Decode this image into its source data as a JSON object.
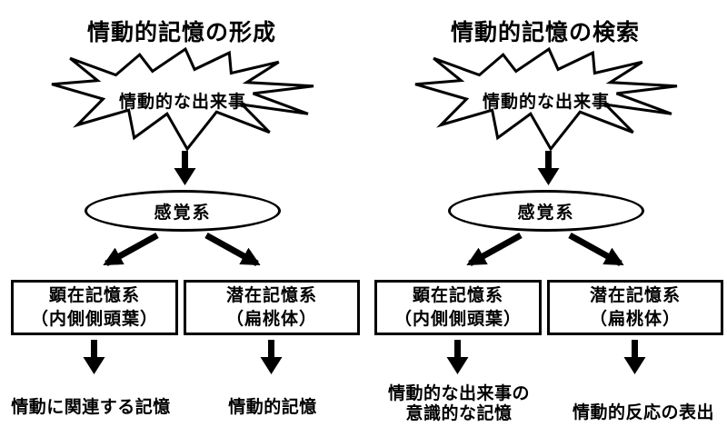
{
  "diagram": {
    "background": "#ffffff",
    "ink": "#000000",
    "columns": [
      {
        "title": "情動的記憶の形成",
        "burst_label": "情動的な出来事",
        "ellipse_label": "感覚系",
        "boxes": [
          {
            "line1": "顕在記憶系",
            "line2": "（内側側頭葉）"
          },
          {
            "line1": "潜在記憶系",
            "line2": "（扁桃体）"
          }
        ],
        "outcomes": [
          {
            "lines": [
              "情動に関連する記憶",
              ""
            ]
          },
          {
            "lines": [
              "情動的記憶",
              ""
            ]
          }
        ]
      },
      {
        "title": "情動的記憶の検索",
        "burst_label": "情動的な出来事",
        "ellipse_label": "感覚系",
        "boxes": [
          {
            "line1": "顕在記憶系",
            "line2": "（内側側頭葉）"
          },
          {
            "line1": "潜在記憶系",
            "line2": "（扁桃体）"
          }
        ],
        "outcomes": [
          {
            "lines": [
              "情動的な出来事の",
              "意識的な記憶"
            ]
          },
          {
            "lines": [
              "情動的反応の表出",
              ""
            ]
          }
        ]
      }
    ]
  }
}
